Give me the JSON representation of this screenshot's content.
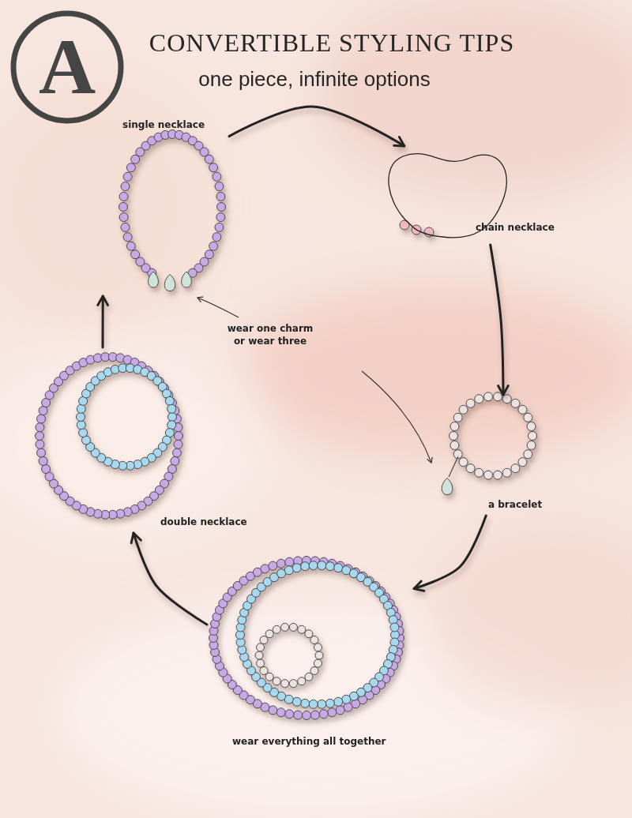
{
  "diagram": {
    "title": "CONVERTIBLE STYLING TIPS",
    "nodes": [
      {
        "text": [
          "single necklace"
        ]
      },
      {
        "text": [
          "chain necklace"
        ]
      },
      {
        "text": [
          "a bracelet"
        ]
      },
      {
        "text": [
          "wear everything all together"
        ]
      },
      {
        "text": [
          "double necklace"
        ]
      }
    ],
    "edges": [
      {
        "from": 0,
        "to": 1,
        "arrow": "to"
      },
      {
        "from": 1,
        "to": 2,
        "arrow": "to"
      },
      {
        "from": 2,
        "to": 3,
        "arrow": "to"
      },
      {
        "from": 3,
        "to": 4,
        "arrow": "to"
      },
      {
        "from": 4,
        "to": 0,
        "arrow": "to"
      }
    ],
    "labels": [
      "A",
      "one piece, infinite options",
      "wear one charm or wear three"
    ]
  }
}
